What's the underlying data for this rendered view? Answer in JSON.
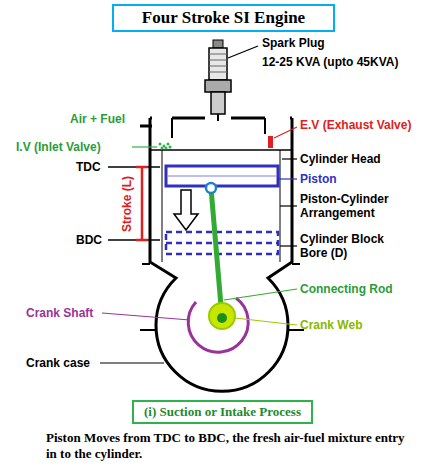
{
  "diagram": {
    "title": "Four Stroke SI Engine",
    "caption": "Piston Moves from TDC to BDC, the fresh air-fuel mixture entry in to the cylinder.",
    "nodes": [
      {
        "text": [
          "(i) Suction or Intake Process"
        ]
      }
    ],
    "labels": [
      "Spark Plug",
      "12-25 KVA (upto 45KVA)",
      "Air + Fuel",
      "I.V (Inlet Valve)",
      "E.V (Exhaust Valve)",
      "TDC",
      "Cylinder Head",
      "Piston",
      "Stroke (L)",
      "Piston-Cylinder Arrangement",
      "BDC",
      "Cylinder Block Bore (D)",
      "Connecting Rod",
      "Crank Shaft",
      "Crank Web",
      "Crank case"
    ]
  }
}
